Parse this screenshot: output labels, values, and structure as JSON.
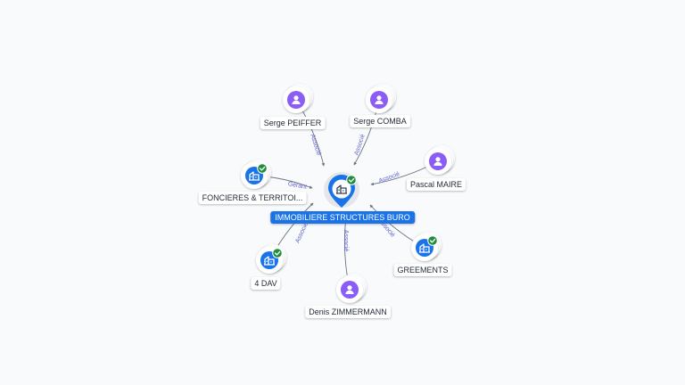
{
  "colors": {
    "person": "#8b5cf6",
    "company": "#1a73e8",
    "check": "#1e8e3e",
    "edge": "#6b7280",
    "edge_label": "#5b63c9",
    "center_label_bg": "#1a73e8"
  },
  "center": {
    "label": "IMMOBILIERE STRUCTURES BURO",
    "icon": "building-icon",
    "verified": true
  },
  "nodes": [
    {
      "id": "serge-peiffer",
      "label": "Serge PEIFFER",
      "kind": "person",
      "icon": "person-icon",
      "relation": "Associé"
    },
    {
      "id": "serge-comba",
      "label": "Serge COMBA",
      "kind": "person",
      "icon": "person-icon",
      "relation": "Associé"
    },
    {
      "id": "pascal-maire",
      "label": "Pascal MAIRE",
      "kind": "person",
      "icon": "person-icon",
      "relation": "Associé"
    },
    {
      "id": "foncieres",
      "label": "FONCIERES & TERRITOI...",
      "kind": "company",
      "icon": "building-icon",
      "verified": true,
      "relation": "Gérant"
    },
    {
      "id": "greements",
      "label": "GREEMENTS",
      "kind": "company",
      "icon": "building-icon",
      "verified": true,
      "relation": "Associé"
    },
    {
      "id": "4dav",
      "label": "4 DAV",
      "kind": "company",
      "icon": "building-icon",
      "verified": true,
      "relation": "Associé"
    },
    {
      "id": "denis-zimmermann",
      "label": "Denis ZIMMERMANN",
      "kind": "person",
      "icon": "person-icon",
      "relation": "Associé"
    }
  ]
}
